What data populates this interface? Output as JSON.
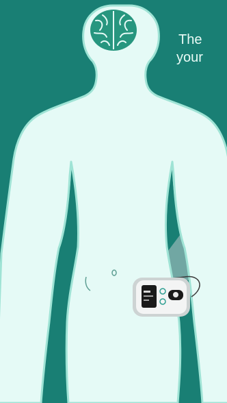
{
  "caption": {
    "line1": "The",
    "line2": "your"
  },
  "colors": {
    "background": "#197f74",
    "body_fill": "#e5faf6",
    "body_outline": "#9fe3d5",
    "brain": "#27967f",
    "device_face": "#f3f4f4",
    "screen": "#1a1a1a",
    "beam": "#b9c9cb"
  },
  "icons": [
    "brain-icon",
    "stimulator-device-icon",
    "navel-mark",
    "wire-lead"
  ]
}
